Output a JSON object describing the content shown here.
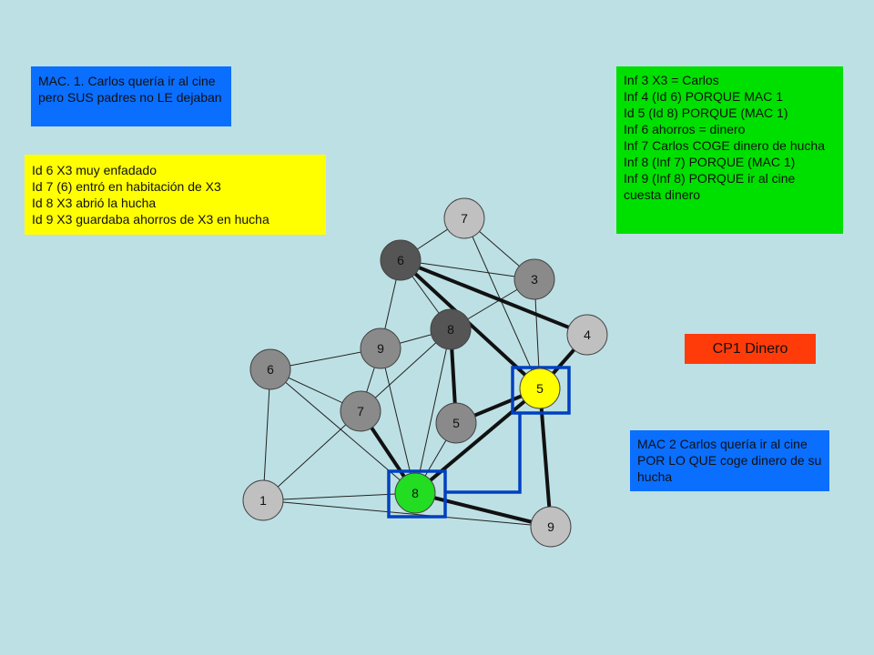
{
  "notes": {
    "mac1": {
      "color": "#0a6eff",
      "lines": [
        "MAC. 1. Carlos quería ir al cine pero SUS padres no LE dejaban"
      ]
    },
    "id": {
      "color": "#ffff00",
      "lines": [
        "Id 6 X3 muy enfadado",
        "Id 7 (6) entró en habitación de X3",
        "Id 8 X3 abrió la hucha",
        "Id 9 X3 guardaba ahorros de X3 en hucha"
      ]
    },
    "inf": {
      "color": "#00e000",
      "lines": [
        "Inf 3 X3 = Carlos",
        "Inf 4 (Id 6) PORQUE MAC 1",
        "Id 5 (Id 8) PORQUE (MAC 1)",
        "Inf 6 ahorros = dinero",
        "Inf 7 Carlos COGE dinero de hucha",
        "Inf 8 (Inf 7) PORQUE (MAC 1)",
        "Inf 9 (Inf 8) PORQUE ir al cine cuesta dinero"
      ]
    },
    "mac2": {
      "color": "#0a6eff",
      "lines": [
        "MAC 2 Carlos quería ir al cine POR LO QUE coge dinero de su hucha"
      ]
    }
  },
  "badge": {
    "label": "CP1 Dinero",
    "color": "#ff3b0a"
  },
  "graph": {
    "nodes": [
      {
        "id": "n7t",
        "label": "7",
        "fill": "#c0c0c0"
      },
      {
        "id": "n6t",
        "label": "6",
        "fill": "#555555"
      },
      {
        "id": "n3",
        "label": "3",
        "fill": "#8a8a8a"
      },
      {
        "id": "n8d",
        "label": "8",
        "fill": "#555555"
      },
      {
        "id": "n4",
        "label": "4",
        "fill": "#c0c0c0"
      },
      {
        "id": "n9m",
        "label": "9",
        "fill": "#8a8a8a"
      },
      {
        "id": "n6l",
        "label": "6",
        "fill": "#8a8a8a"
      },
      {
        "id": "n5y",
        "label": "5",
        "fill": "#ffff00"
      },
      {
        "id": "n7m",
        "label": "7",
        "fill": "#8a8a8a"
      },
      {
        "id": "n5m",
        "label": "5",
        "fill": "#8a8a8a"
      },
      {
        "id": "n8g",
        "label": "8",
        "fill": "#22dd22"
      },
      {
        "id": "n1",
        "label": "1",
        "fill": "#c0c0c0"
      },
      {
        "id": "n9b",
        "label": "9",
        "fill": "#c0c0c0"
      }
    ],
    "highlight_color": "#0040c0"
  }
}
